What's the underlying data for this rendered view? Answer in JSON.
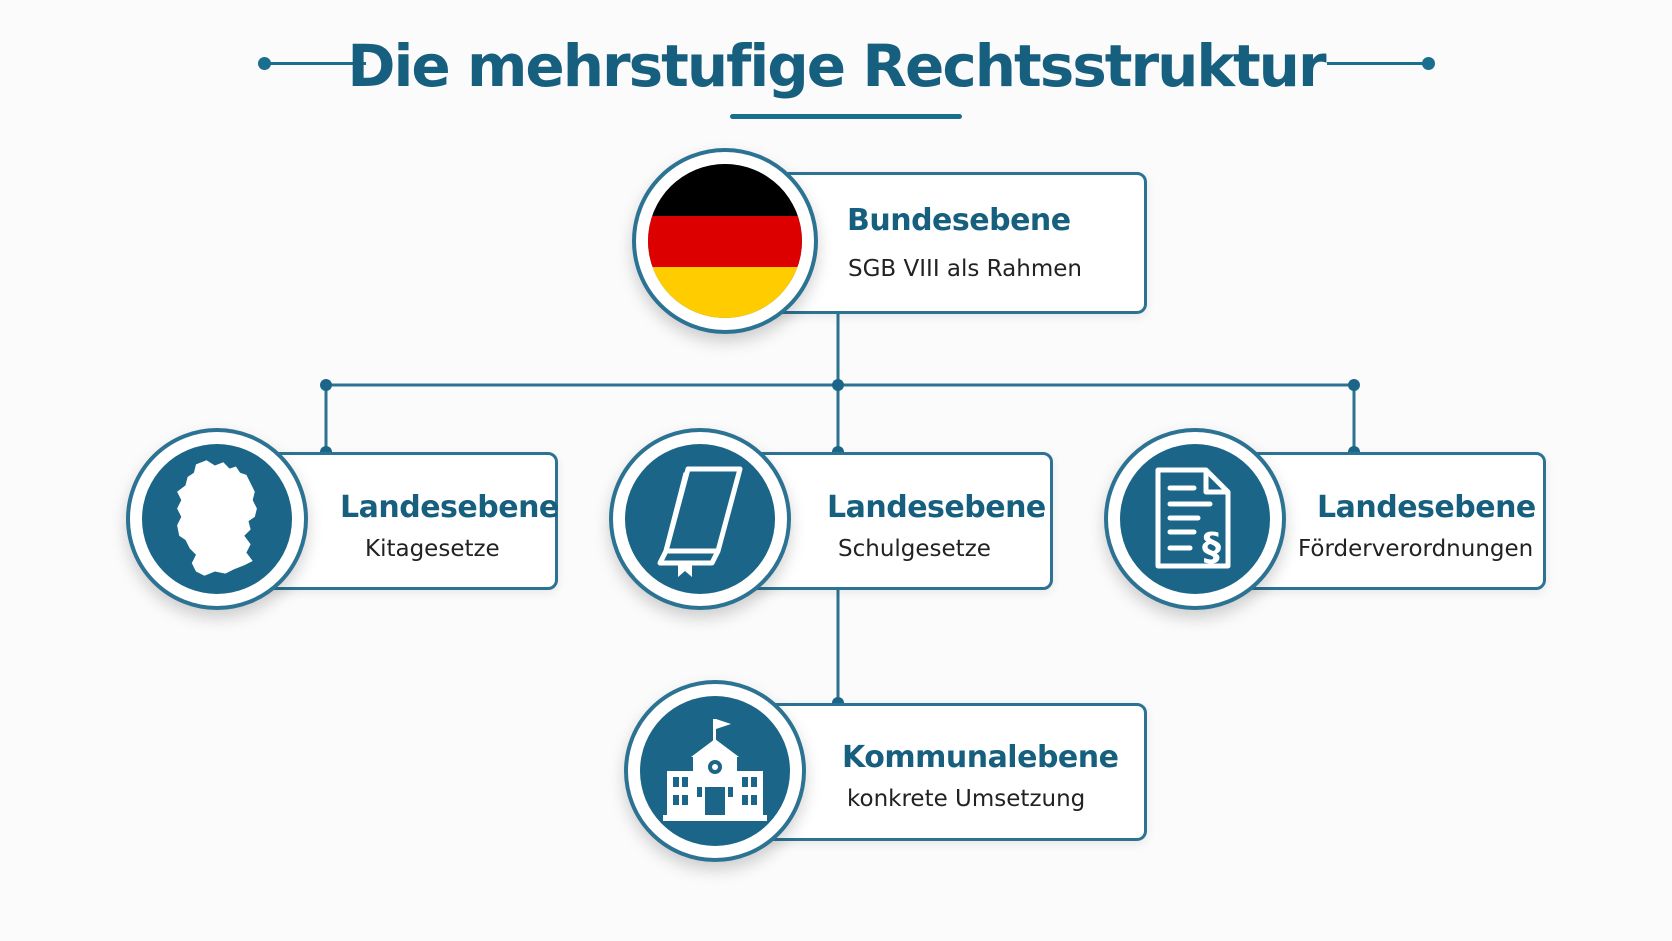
{
  "title": "Die mehrstufige Rechtsstruktur",
  "colors": {
    "primary": "#1b6688",
    "heading": "#175f7e",
    "line": "#2c7393",
    "flag_black": "#000000",
    "flag_red": "#dd0000",
    "flag_gold": "#ffcc00"
  },
  "nodes": {
    "bund": {
      "heading": "Bundesebene",
      "sub": "SGB VIII als Rahmen",
      "icon": "germany-flag-icon"
    },
    "land_kita": {
      "heading": "Landesebene",
      "sub": "Kitagesetze",
      "icon": "germany-map-icon"
    },
    "land_schule": {
      "heading": "Landesebene",
      "sub": "Schulgesetze",
      "icon": "book-icon"
    },
    "land_foerder": {
      "heading": "Landesebene",
      "sub": "Förderverordnungen",
      "icon": "legal-document-icon"
    },
    "kommune": {
      "heading": "Kommunalebene",
      "sub": "konkrete Umsetzung",
      "icon": "school-building-icon"
    }
  }
}
